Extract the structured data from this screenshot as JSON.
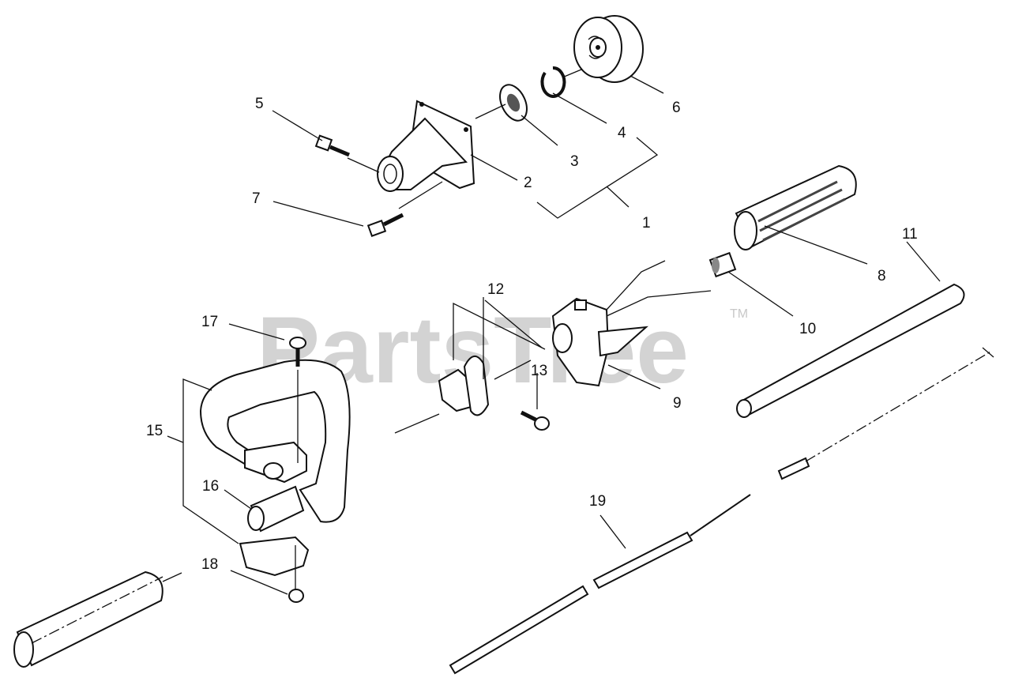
{
  "watermark": {
    "text": "PartsTree",
    "tm": "TM"
  },
  "callouts": [
    {
      "id": "1",
      "label": "1"
    },
    {
      "id": "2",
      "label": "2"
    },
    {
      "id": "3",
      "label": "3"
    },
    {
      "id": "4",
      "label": "4"
    },
    {
      "id": "5",
      "label": "5"
    },
    {
      "id": "6",
      "label": "6"
    },
    {
      "id": "7",
      "label": "7"
    },
    {
      "id": "8",
      "label": "8"
    },
    {
      "id": "9",
      "label": "9"
    },
    {
      "id": "10",
      "label": "10"
    },
    {
      "id": "11",
      "label": "11"
    },
    {
      "id": "12",
      "label": "12"
    },
    {
      "id": "13",
      "label": "13"
    },
    {
      "id": "15",
      "label": "15"
    },
    {
      "id": "16",
      "label": "16"
    },
    {
      "id": "17",
      "label": "17"
    },
    {
      "id": "18",
      "label": "18"
    },
    {
      "id": "19",
      "label": "19"
    }
  ]
}
